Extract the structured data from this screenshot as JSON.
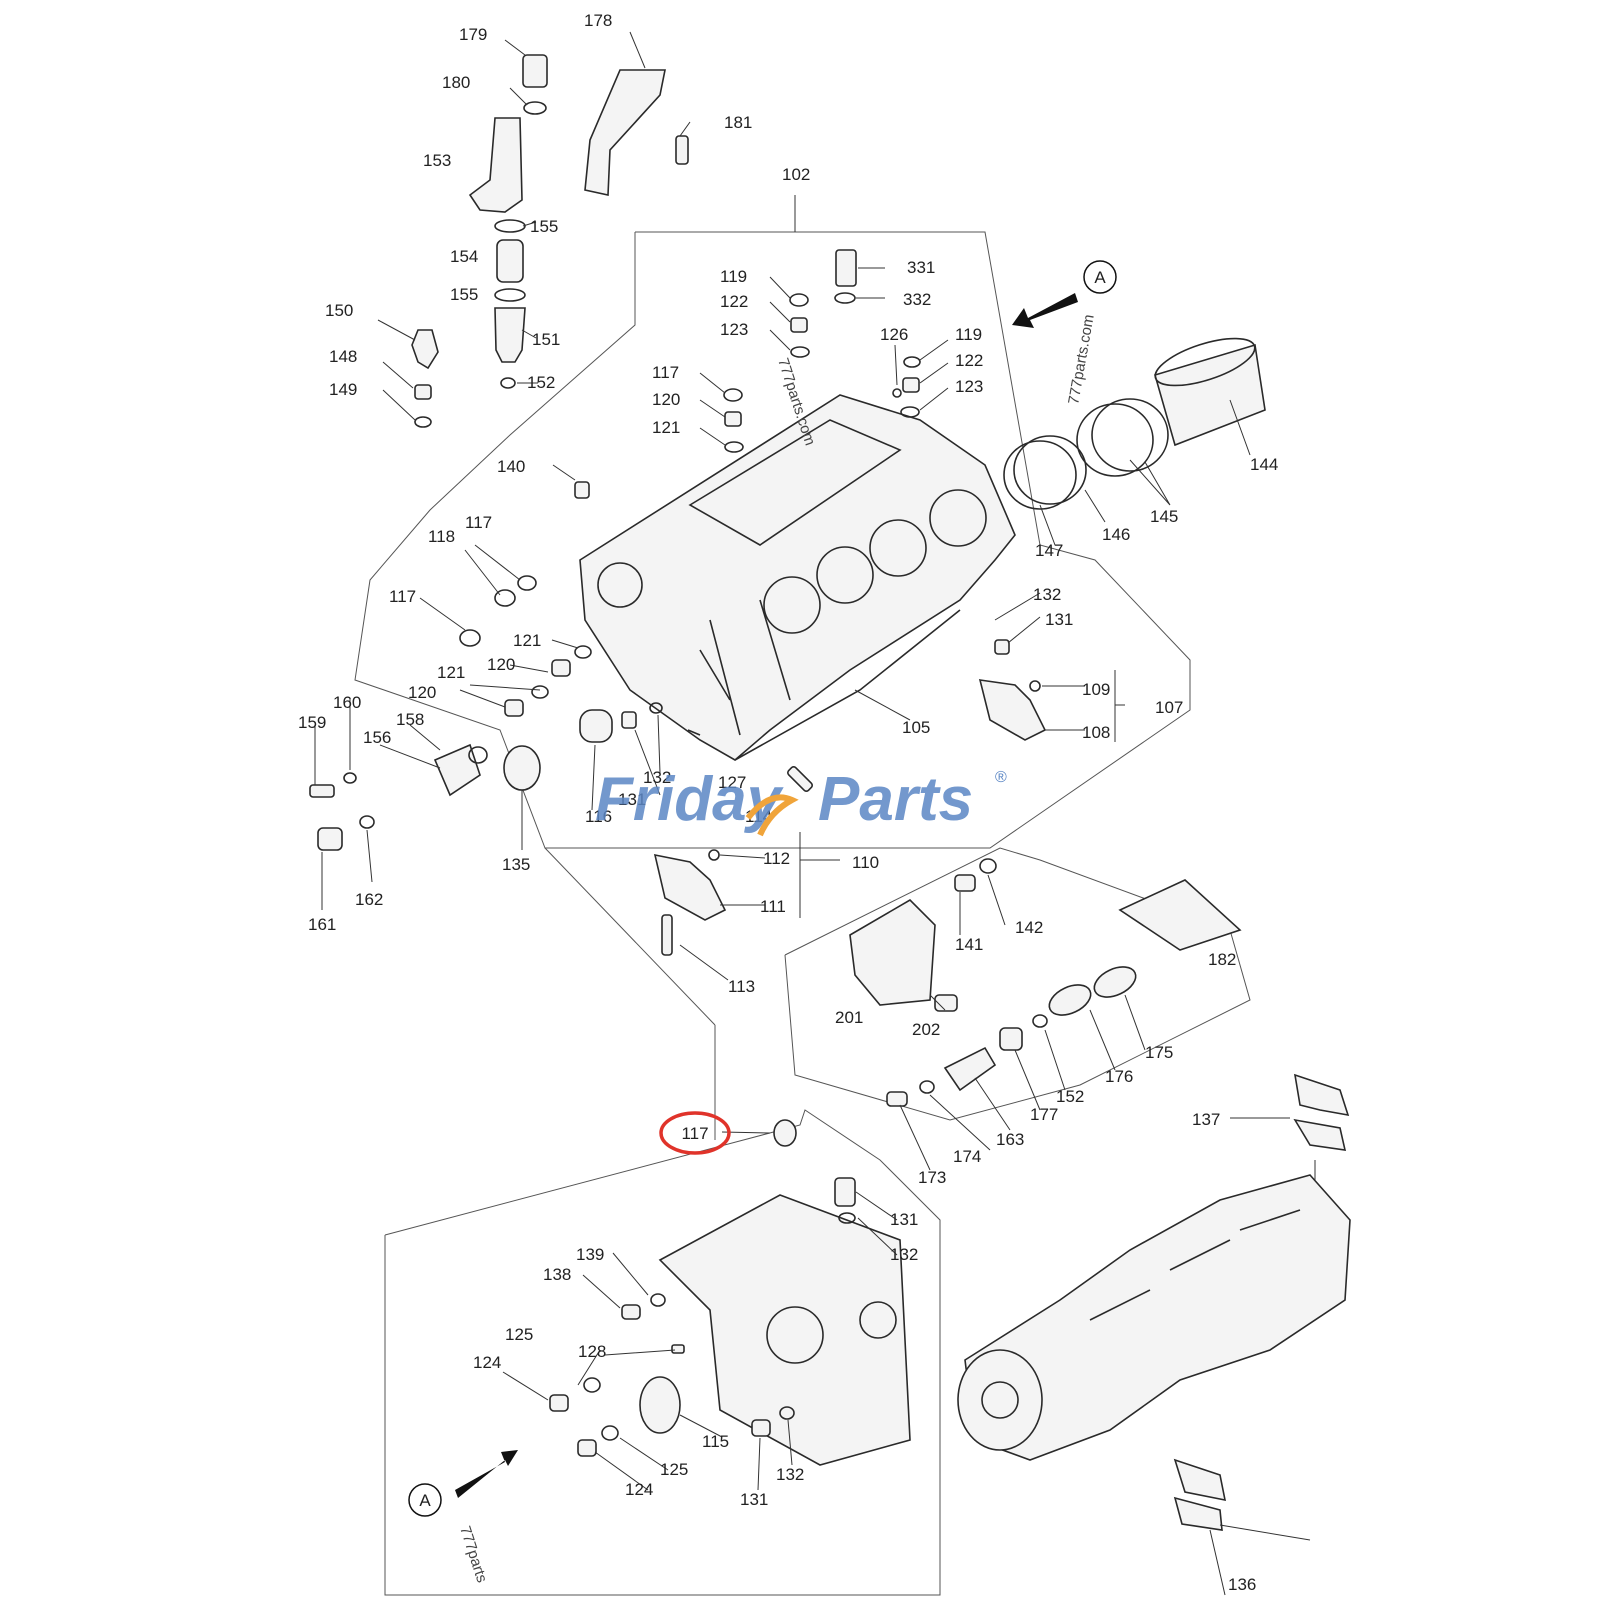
{
  "watermark": {
    "brand_left": "Friday",
    "brand_right": "Parts",
    "reg_mark": "®",
    "site_text": "777parts.com",
    "site_text_short": "777parts",
    "brand_color": "#5a86c4",
    "accent_color": "#f0a43a"
  },
  "highlight": {
    "label": "117",
    "color": "#e0332a"
  },
  "view_marker": "A",
  "callouts": [
    {
      "id": "c178",
      "text": "178"
    },
    {
      "id": "c179",
      "text": "179"
    },
    {
      "id": "c180",
      "text": "180"
    },
    {
      "id": "c181",
      "text": "181"
    },
    {
      "id": "c153",
      "text": "153"
    },
    {
      "id": "c155a",
      "text": "155"
    },
    {
      "id": "c154",
      "text": "154"
    },
    {
      "id": "c155b",
      "text": "155"
    },
    {
      "id": "c150",
      "text": "150"
    },
    {
      "id": "c151",
      "text": "151"
    },
    {
      "id": "c148",
      "text": "148"
    },
    {
      "id": "c152a",
      "text": "152"
    },
    {
      "id": "c149",
      "text": "149"
    },
    {
      "id": "c102",
      "text": "102"
    },
    {
      "id": "c331",
      "text": "331"
    },
    {
      "id": "c332",
      "text": "332"
    },
    {
      "id": "c119a",
      "text": "119"
    },
    {
      "id": "c122a",
      "text": "122"
    },
    {
      "id": "c123a",
      "text": "123"
    },
    {
      "id": "c126",
      "text": "126"
    },
    {
      "id": "c119b",
      "text": "119"
    },
    {
      "id": "c122b",
      "text": "122"
    },
    {
      "id": "c123b",
      "text": "123"
    },
    {
      "id": "c117a",
      "text": "117"
    },
    {
      "id": "c120a",
      "text": "120"
    },
    {
      "id": "c121a",
      "text": "121"
    },
    {
      "id": "c140",
      "text": "140"
    },
    {
      "id": "c144",
      "text": "144"
    },
    {
      "id": "c145",
      "text": "145"
    },
    {
      "id": "c146",
      "text": "146"
    },
    {
      "id": "c147",
      "text": "147"
    },
    {
      "id": "c118",
      "text": "118"
    },
    {
      "id": "c117b",
      "text": "117"
    },
    {
      "id": "c117c",
      "text": "117"
    },
    {
      "id": "c121b",
      "text": "121"
    },
    {
      "id": "c120b",
      "text": "120"
    },
    {
      "id": "c121c",
      "text": "121"
    },
    {
      "id": "c120c",
      "text": "120"
    },
    {
      "id": "c132a",
      "text": "132"
    },
    {
      "id": "c131a",
      "text": "131"
    },
    {
      "id": "c109",
      "text": "109"
    },
    {
      "id": "c107",
      "text": "107"
    },
    {
      "id": "c108",
      "text": "108"
    },
    {
      "id": "c105",
      "text": "105"
    },
    {
      "id": "c160",
      "text": "160"
    },
    {
      "id": "c159",
      "text": "159"
    },
    {
      "id": "c158",
      "text": "158"
    },
    {
      "id": "c156",
      "text": "156"
    },
    {
      "id": "c116",
      "text": "116"
    },
    {
      "id": "c132b",
      "text": "132"
    },
    {
      "id": "c131b",
      "text": "131"
    },
    {
      "id": "c127",
      "text": "127"
    },
    {
      "id": "c114",
      "text": "114"
    },
    {
      "id": "c135",
      "text": "135"
    },
    {
      "id": "c161",
      "text": "161"
    },
    {
      "id": "c162",
      "text": "162"
    },
    {
      "id": "c112",
      "text": "112"
    },
    {
      "id": "c110",
      "text": "110"
    },
    {
      "id": "c111",
      "text": "111"
    },
    {
      "id": "c113",
      "text": "113"
    },
    {
      "id": "c141",
      "text": "141"
    },
    {
      "id": "c142",
      "text": "142"
    },
    {
      "id": "c182",
      "text": "182"
    },
    {
      "id": "c201",
      "text": "201"
    },
    {
      "id": "c202",
      "text": "202"
    },
    {
      "id": "c175",
      "text": "175"
    },
    {
      "id": "c176",
      "text": "176"
    },
    {
      "id": "c152b",
      "text": "152"
    },
    {
      "id": "c177",
      "text": "177"
    },
    {
      "id": "c163",
      "text": "163"
    },
    {
      "id": "c174",
      "text": "174"
    },
    {
      "id": "c173",
      "text": "173"
    },
    {
      "id": "c137",
      "text": "137"
    },
    {
      "id": "c131c",
      "text": "131"
    },
    {
      "id": "c132c",
      "text": "132"
    },
    {
      "id": "c139",
      "text": "139"
    },
    {
      "id": "c138",
      "text": "138"
    },
    {
      "id": "c125a",
      "text": "125"
    },
    {
      "id": "c128",
      "text": "128"
    },
    {
      "id": "c124a",
      "text": "124"
    },
    {
      "id": "c115",
      "text": "115"
    },
    {
      "id": "c125b",
      "text": "125"
    },
    {
      "id": "c124b",
      "text": "124"
    },
    {
      "id": "c131d",
      "text": "131"
    },
    {
      "id": "c132d",
      "text": "132"
    },
    {
      "id": "c136",
      "text": "136"
    }
  ]
}
